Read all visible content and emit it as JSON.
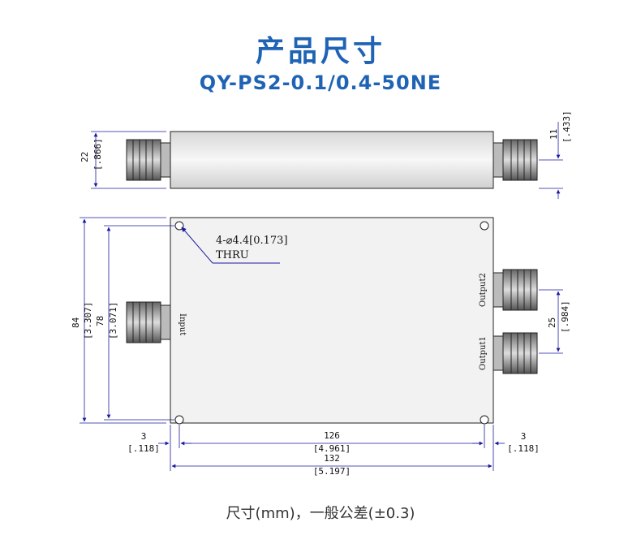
{
  "page": {
    "title": "产品尺寸",
    "model": "QY-PS2-0.1/0.4-50NE",
    "caption": "尺寸(mm)，一般公差(±0.3)"
  },
  "drawing": {
    "top_view": {
      "height_mm": "22",
      "height_in": "[.866]",
      "connector_offset_mm": "11",
      "connector_offset_in": "[.433]"
    },
    "front_view": {
      "hole_note": "4-⌀4.4[0.173]",
      "hole_note_2": "THRU",
      "input_label": "Input",
      "output1_label": "Output1",
      "output2_label": "Output2",
      "height_mm": "84",
      "height_in": "[3.307]",
      "hole_spacing_v_mm": "78",
      "hole_spacing_v_in": "[3.071]",
      "output_spacing_mm": "25",
      "output_spacing_in": "[.984]",
      "left_margin_mm": "3",
      "left_margin_in": "[.118]",
      "hole_spacing_h_mm": "126",
      "hole_spacing_h_in": "[4.961]",
      "right_margin_mm": "3",
      "right_margin_in": "[.118]",
      "length_mm": "132",
      "length_in": "[5.197]"
    },
    "colors": {
      "accent": "#1f63b5",
      "dimension": "#1a1aa0",
      "body": "#f2f2f2"
    }
  }
}
